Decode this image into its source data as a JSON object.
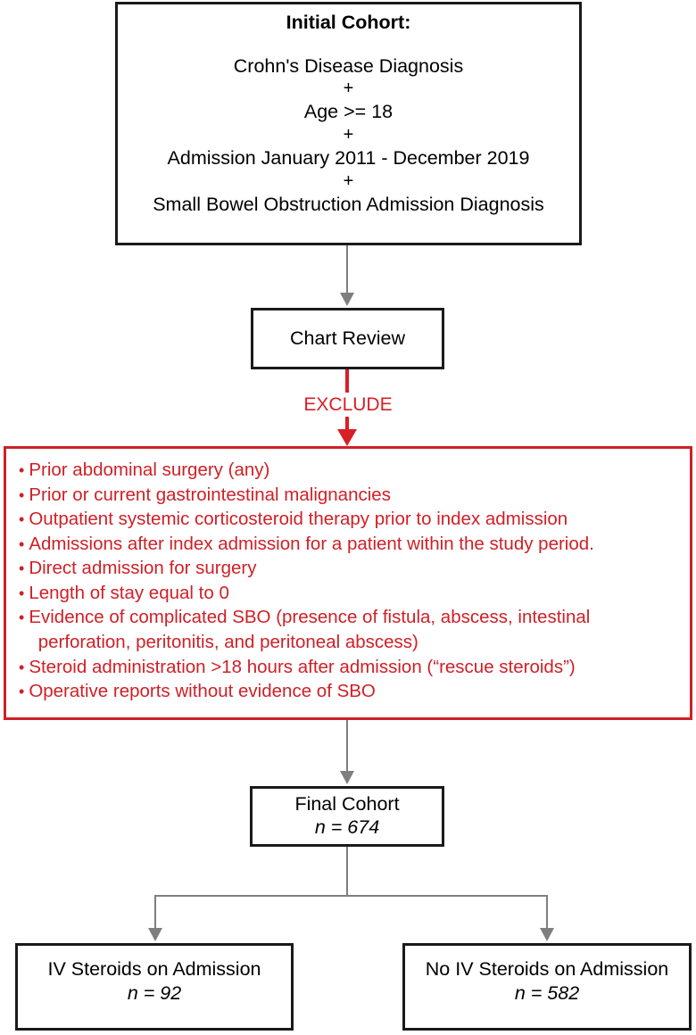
{
  "figure": {
    "type": "flowchart",
    "colors": {
      "box_border": "#1a1a1a",
      "exclusion_border": "#cf2027",
      "exclusion_text": "#cf2027",
      "arrow_gray": "#7f7f7f",
      "arrow_red": "#d81f26",
      "background": "#ffffff"
    }
  },
  "initial_cohort": {
    "title": "Initial Cohort:",
    "plus": "+",
    "criteria": [
      "Crohn's Disease Diagnosis",
      "Age >= 18",
      "Admission January 2011 - December 2019",
      "Small Bowel Obstruction Admission Diagnosis"
    ]
  },
  "chart_review": {
    "label": "Chart Review"
  },
  "exclude_arrow": {
    "label": "EXCLUDE"
  },
  "exclusion_criteria": {
    "items": [
      "Prior abdominal surgery (any)",
      "Prior or current gastrointestinal malignancies",
      "Outpatient systemic corticosteroid therapy prior to index admission",
      "Admissions after index admission for a patient within the study period.",
      "Direct admission for surgery",
      "Length of stay equal to 0",
      "Evidence of complicated SBO (presence of fistula, abscess, intestinal\n perforation, peritonitis, and peritoneal abscess)",
      "Steroid administration >18 hours after admission (“rescue steroids”)",
      "Operative reports without evidence of SBO"
    ]
  },
  "final_cohort": {
    "label": "Final Cohort",
    "count": "n = 674"
  },
  "branches": [
    {
      "label": "IV Steroids on Admission",
      "count": "n = 92"
    },
    {
      "label": "No IV Steroids on Admission",
      "count": "n = 582"
    }
  ]
}
